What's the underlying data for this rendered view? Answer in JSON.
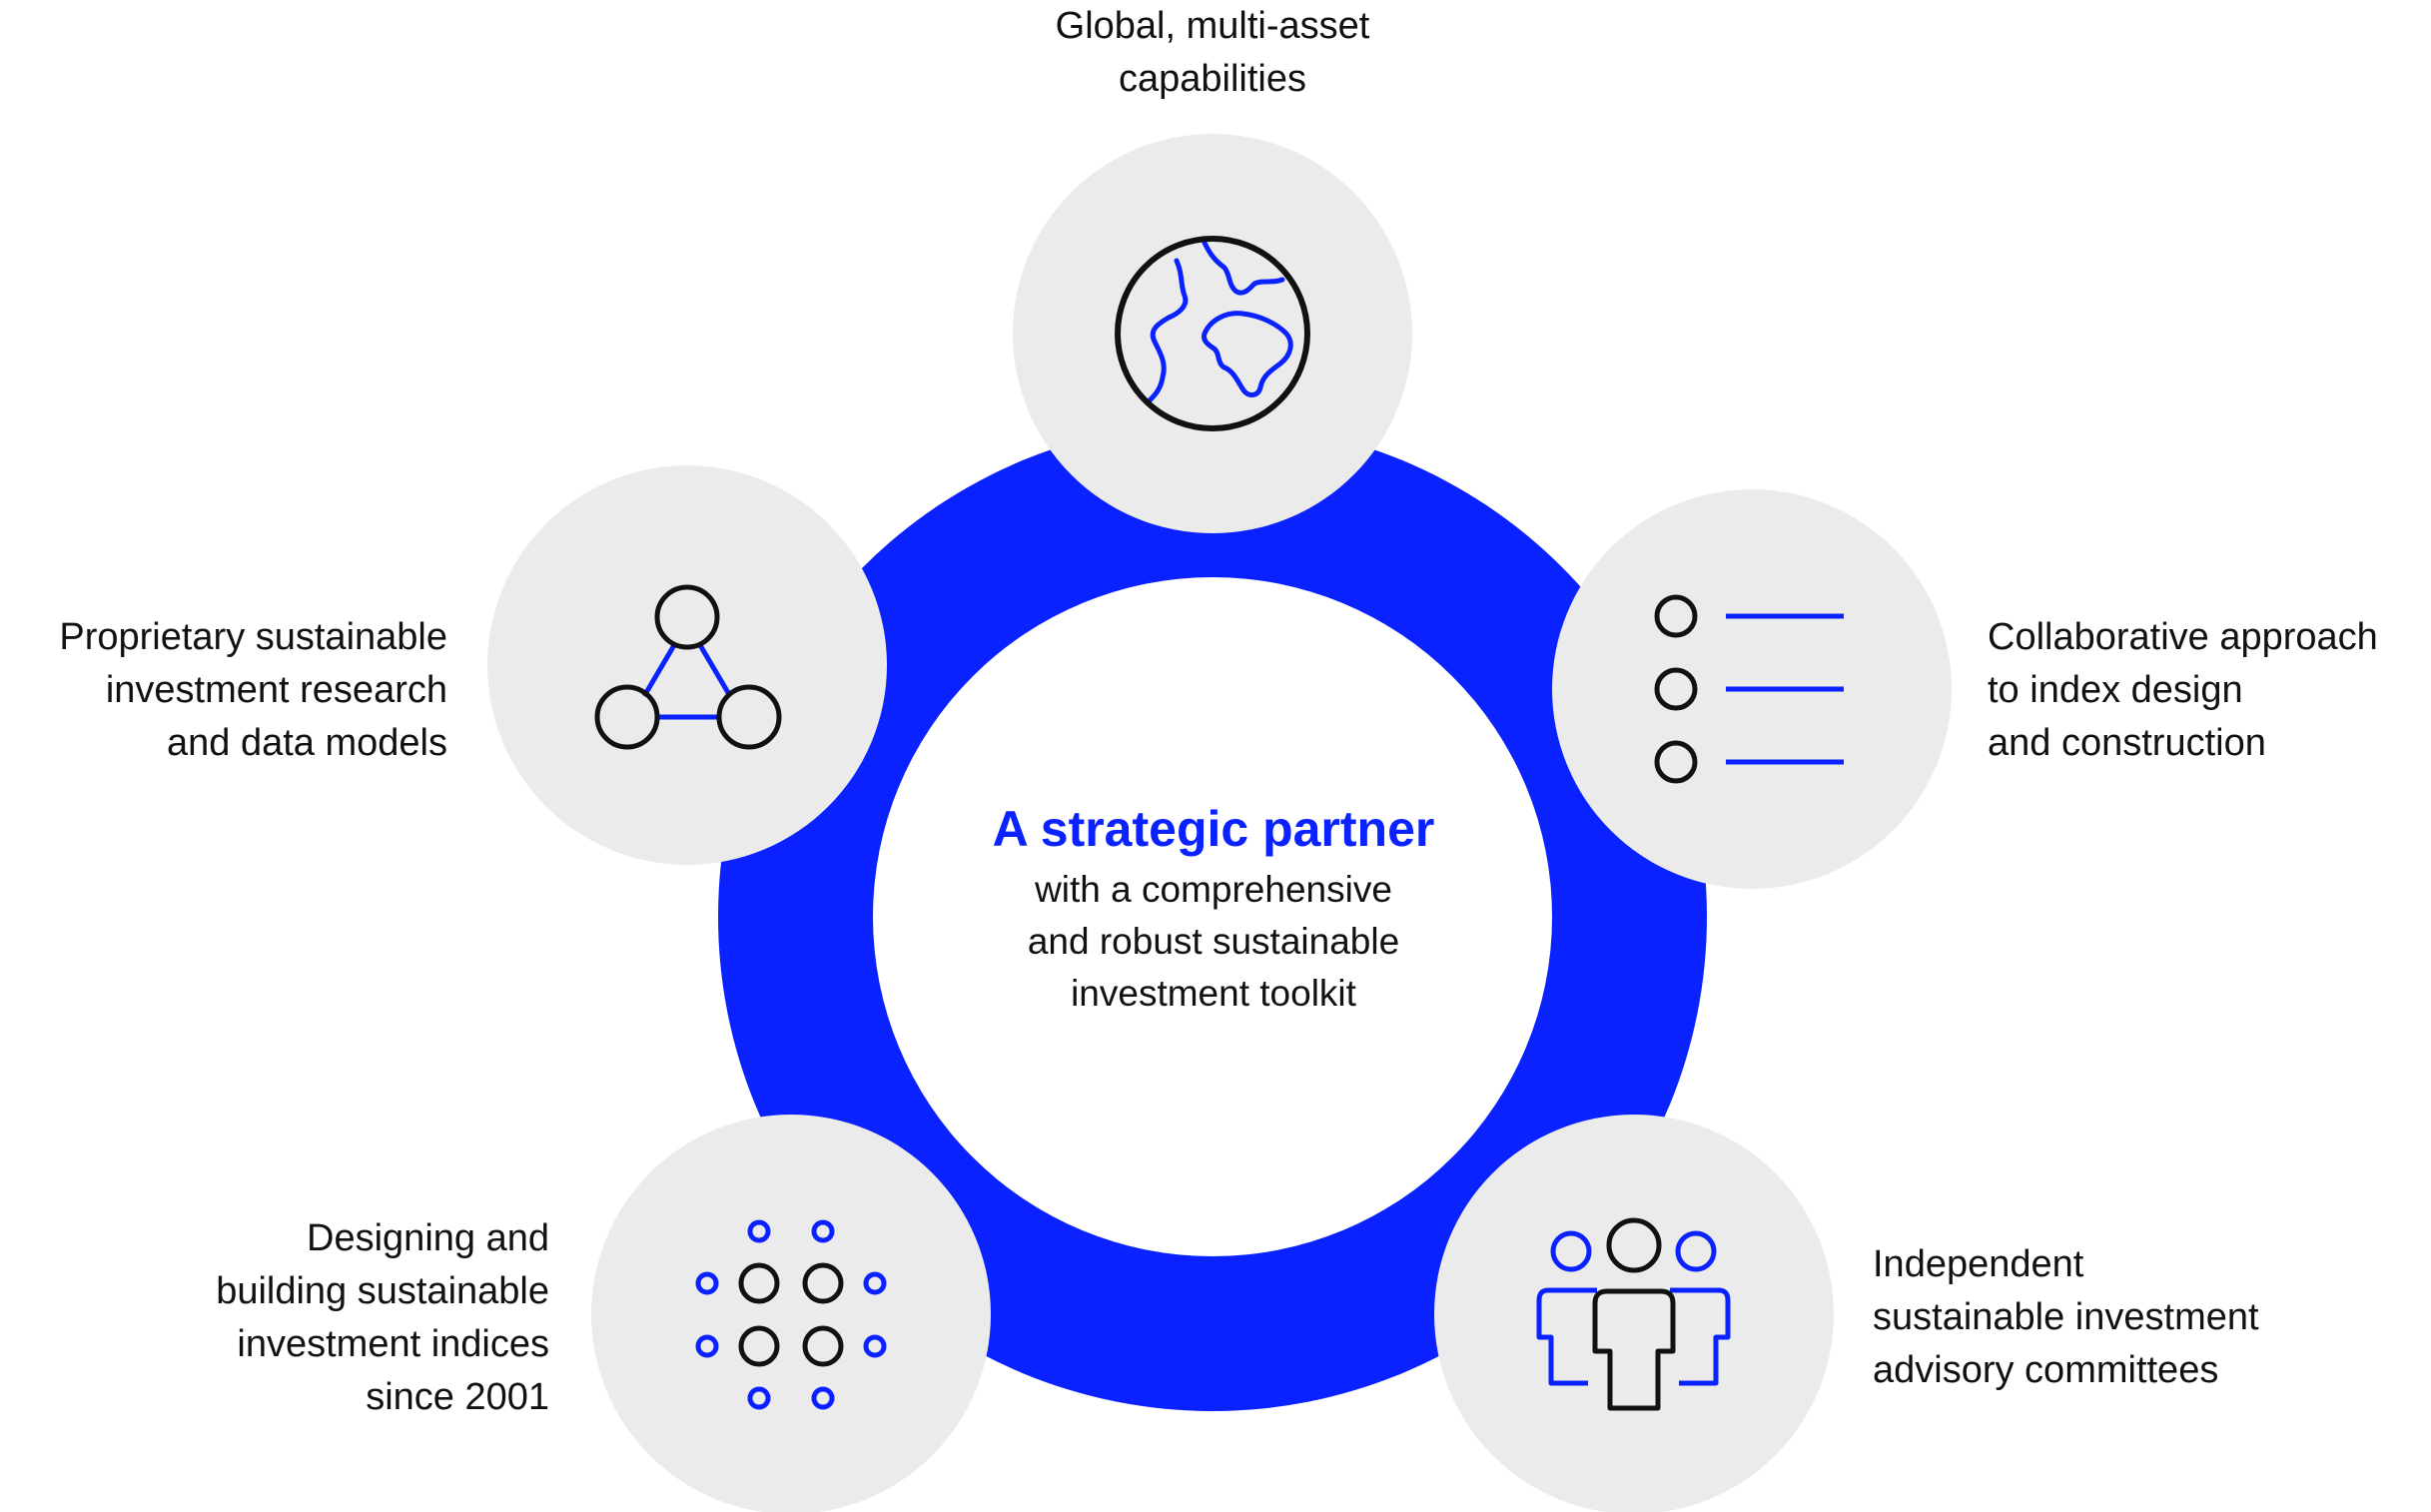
{
  "colors": {
    "ring": "#0a22ff",
    "bubble": "#ebebeb",
    "accent": "#0a22ff",
    "ink": "#111111",
    "center_fill": "#ffffff"
  },
  "center": {
    "title": "A strategic partner",
    "subtitle_lines": [
      "with a comprehensive",
      "and robust sustainable",
      "investment toolkit"
    ]
  },
  "nodes": [
    {
      "id": "global",
      "icon": "globe-icon",
      "lines": [
        "Global, multi-asset",
        "capabilities"
      ]
    },
    {
      "id": "collaborative",
      "icon": "checklist-icon",
      "lines": [
        "Collaborative approach",
        "to index design",
        "and construction"
      ]
    },
    {
      "id": "committees",
      "icon": "people-group-icon",
      "lines": [
        "Independent",
        "sustainable investment",
        "advisory committees"
      ]
    },
    {
      "id": "indices",
      "icon": "dot-grid-icon",
      "lines": [
        "Designing and",
        "building sustainable",
        "investment indices",
        "since 2001"
      ]
    },
    {
      "id": "research",
      "icon": "network-triangle-icon",
      "lines": [
        "Proprietary sustainable",
        "investment research",
        "and data models"
      ]
    }
  ]
}
